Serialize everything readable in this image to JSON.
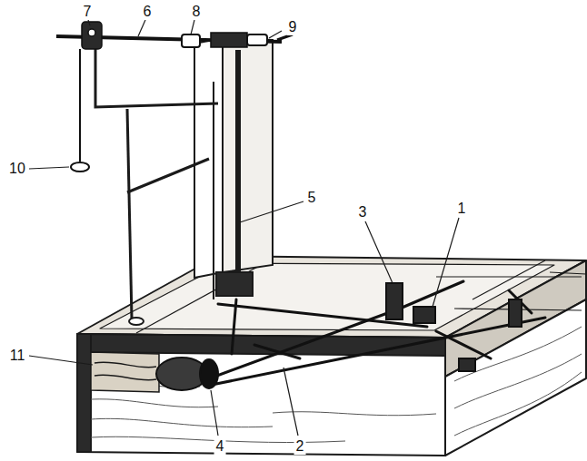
{
  "diagram": {
    "labels": [
      "7",
      "6",
      "8",
      "9",
      "10",
      "5",
      "3",
      "1",
      "11",
      "4",
      "2"
    ]
  }
}
